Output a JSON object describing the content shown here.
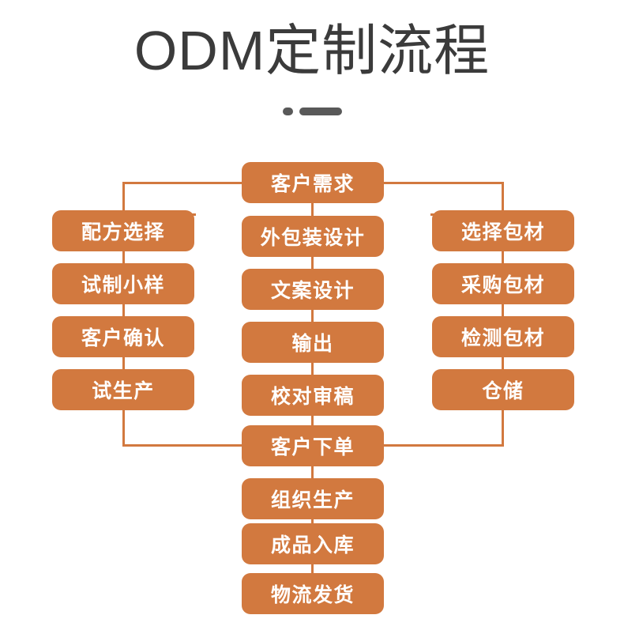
{
  "header": {
    "title": "ODM定制流程",
    "divider": {
      "dot": "•",
      "dash": "—"
    }
  },
  "colors": {
    "node_fill": "#d2793f",
    "node_text": "#ffffff",
    "title_text": "#3b3b3b",
    "divider": "#595959",
    "background": "#ffffff"
  },
  "chart_data": {
    "type": "diagram",
    "title": "ODM定制流程",
    "orientation": "top-down, three parallel branches",
    "nodes": [
      {
        "id": "n0",
        "label": "客户需求",
        "column": "middle",
        "row": 0
      },
      {
        "id": "l1",
        "label": "配方选择",
        "column": "left",
        "row": 1
      },
      {
        "id": "l2",
        "label": "试制小样",
        "column": "left",
        "row": 2
      },
      {
        "id": "l3",
        "label": "客户确认",
        "column": "left",
        "row": 3
      },
      {
        "id": "l4",
        "label": "试生产",
        "column": "left",
        "row": 4
      },
      {
        "id": "m1",
        "label": "外包装设计",
        "column": "middle",
        "row": 1
      },
      {
        "id": "m2",
        "label": "文案设计",
        "column": "middle",
        "row": 2
      },
      {
        "id": "m3",
        "label": "输出",
        "column": "middle",
        "row": 3
      },
      {
        "id": "m4",
        "label": "校对审稿",
        "column": "middle",
        "row": 4
      },
      {
        "id": "r1",
        "label": "选择包材",
        "column": "right",
        "row": 1
      },
      {
        "id": "r2",
        "label": "采购包材",
        "column": "right",
        "row": 2
      },
      {
        "id": "r3",
        "label": "检测包材",
        "column": "right",
        "row": 3
      },
      {
        "id": "r4",
        "label": "仓储",
        "column": "right",
        "row": 4
      },
      {
        "id": "b1",
        "label": "客户下单",
        "column": "middle",
        "row": 5
      },
      {
        "id": "b2",
        "label": "组织生产",
        "column": "middle",
        "row": 6
      },
      {
        "id": "b3",
        "label": "成品入库",
        "column": "middle",
        "row": 7
      },
      {
        "id": "b4",
        "label": "物流发货",
        "column": "middle",
        "row": 8
      }
    ],
    "edges": [
      {
        "from": "n0",
        "to": "l1"
      },
      {
        "from": "n0",
        "to": "m1"
      },
      {
        "from": "n0",
        "to": "r1"
      },
      {
        "from": "l1",
        "to": "l2"
      },
      {
        "from": "l2",
        "to": "l3"
      },
      {
        "from": "l3",
        "to": "l4"
      },
      {
        "from": "m1",
        "to": "m2"
      },
      {
        "from": "m2",
        "to": "m3"
      },
      {
        "from": "m3",
        "to": "m4"
      },
      {
        "from": "r1",
        "to": "r2"
      },
      {
        "from": "r2",
        "to": "r3"
      },
      {
        "from": "r3",
        "to": "r4"
      },
      {
        "from": "l4",
        "to": "b1"
      },
      {
        "from": "m4",
        "to": "b1"
      },
      {
        "from": "r4",
        "to": "b1"
      },
      {
        "from": "b1",
        "to": "b2"
      },
      {
        "from": "b2",
        "to": "b3"
      },
      {
        "from": "b3",
        "to": "b4"
      }
    ]
  },
  "flow": {
    "top": {
      "label": "客户需求"
    },
    "left_branch": [
      {
        "label": "配方选择"
      },
      {
        "label": "试制小样"
      },
      {
        "label": "客户确认"
      },
      {
        "label": "试生产"
      }
    ],
    "middle_branch": [
      {
        "label": "外包装设计"
      },
      {
        "label": "文案设计"
      },
      {
        "label": "输出"
      },
      {
        "label": "校对审稿"
      }
    ],
    "right_branch": [
      {
        "label": "选择包材"
      },
      {
        "label": "采购包材"
      },
      {
        "label": "检测包材"
      },
      {
        "label": "仓储"
      }
    ],
    "tail": [
      {
        "label": "客户下单"
      },
      {
        "label": "组织生产"
      },
      {
        "label": "成品入库"
      },
      {
        "label": "物流发货"
      }
    ]
  }
}
